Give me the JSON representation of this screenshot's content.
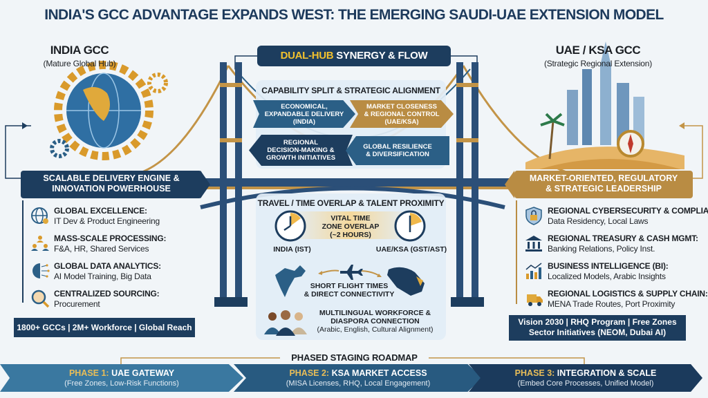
{
  "title": "INDIA'S GCC ADVANTAGE EXPANDS WEST: THE EMERGING SAUDI-UAE EXTENSION MODEL",
  "colors": {
    "navy": "#1d3d5e",
    "blue": "#2b5f86",
    "gold": "#c39447",
    "background": "#f1f5f8"
  },
  "india": {
    "title": "INDIA GCC",
    "subtitle": "(Mature Global Hub)",
    "banner": [
      "SCALABLE DELIVERY ENGINE &",
      "INNOVATION POWERHOUSE"
    ],
    "items": [
      {
        "icon": "globe-gear-icon",
        "heading": "GLOBAL EXCELLENCE:",
        "detail": "IT Dev & Product Engineering"
      },
      {
        "icon": "people-network-icon",
        "heading": "MASS-SCALE PROCESSING:",
        "detail": "F&A, HR, Shared Services"
      },
      {
        "icon": "globe-data-icon",
        "heading": "GLOBAL DATA ANALYTICS:",
        "detail": "AI Model Training, Big Data"
      },
      {
        "icon": "magnifier-icon",
        "heading": "CENTRALIZED SOURCING:",
        "detail": "Procurement"
      }
    ],
    "stats": "1800+ GCCs | 2M+ Workforce | Global Reach"
  },
  "uae": {
    "title": "UAE / KSA GCC",
    "subtitle": "(Strategic Regional Extension)",
    "banner": [
      "MARKET-ORIENTED, REGULATORY",
      "& STRATEGIC LEADERSHIP"
    ],
    "items": [
      {
        "icon": "shield-lock-icon",
        "heading": "REGIONAL CYBERSECURITY & COMPLIANCE:",
        "detail": "Data Residency, Local Laws"
      },
      {
        "icon": "bank-icon",
        "heading": "REGIONAL TREASURY & CASH MGMT:",
        "detail": "Banking Relations, Policy Inst."
      },
      {
        "icon": "bar-chart-icon",
        "heading": "BUSINESS INTELLIGENCE (BI):",
        "detail": "Localized Models, Arabic Insights"
      },
      {
        "icon": "truck-icon",
        "heading": "REGIONAL LOGISTICS & SUPPLY CHAIN:",
        "detail": "MENA Trade Routes, Port Proximity"
      }
    ],
    "stats": [
      "Vision 2030 | RHQ Program | Free Zones",
      "Sector Initiatives (NEOM, Dubai AI)"
    ]
  },
  "center": {
    "dual_hub": {
      "highlight": "DUAL-HUB",
      "rest": " SYNERGY & FLOW"
    },
    "capability": {
      "title": "CAPABILITY SPLIT & STRATEGIC ALIGNMENT",
      "arrows": [
        [
          "ECONOMICAL,",
          "EXPANDABLE DELIVERY",
          "(INDIA)"
        ],
        [
          "MARKET CLOSENESS",
          "& REGIONAL CONTROL",
          "(UAE/KSA)"
        ],
        [
          "REGIONAL",
          "DECISION-MAKING &",
          "GROWTH INITIATIVES"
        ],
        [
          "GLOBAL RESILIENCE",
          "& DIVERSIFICATION"
        ]
      ]
    },
    "travel": {
      "title": "TRAVEL / TIME OVERLAP & TALENT PROXIMITY",
      "overlap": [
        "VITAL TIME",
        "ZONE OVERLAP",
        "(~2 HOURS)"
      ],
      "clock_left": "INDIA (IST)",
      "clock_right": "UAE/KSA (GST/AST)",
      "flight": [
        "SHORT FLIGHT TIMES",
        "& DIRECT CONNECTIVITY"
      ],
      "workforce": [
        "MULTILINGUAL WORKFORCE &",
        "DIASPORA CONNECTION"
      ],
      "workforce_note": "(Arabic, English, Cultural Alignment)"
    }
  },
  "roadmap": {
    "title": "PHASED STAGING ROADMAP",
    "phases": [
      {
        "label": "PHASE 1:",
        "name": " UAE GATEWAY",
        "detail": "(Free Zones, Low-Risk Functions)"
      },
      {
        "label": "PHASE 2:",
        "name": " KSA MARKET ACCESS",
        "detail": "(MISA Licenses, RHQ, Local Engagement)"
      },
      {
        "label": "PHASE 3:",
        "name": " INTEGRATION & SCALE",
        "detail": "(Embed Core Processes, Unified Model)"
      }
    ]
  }
}
